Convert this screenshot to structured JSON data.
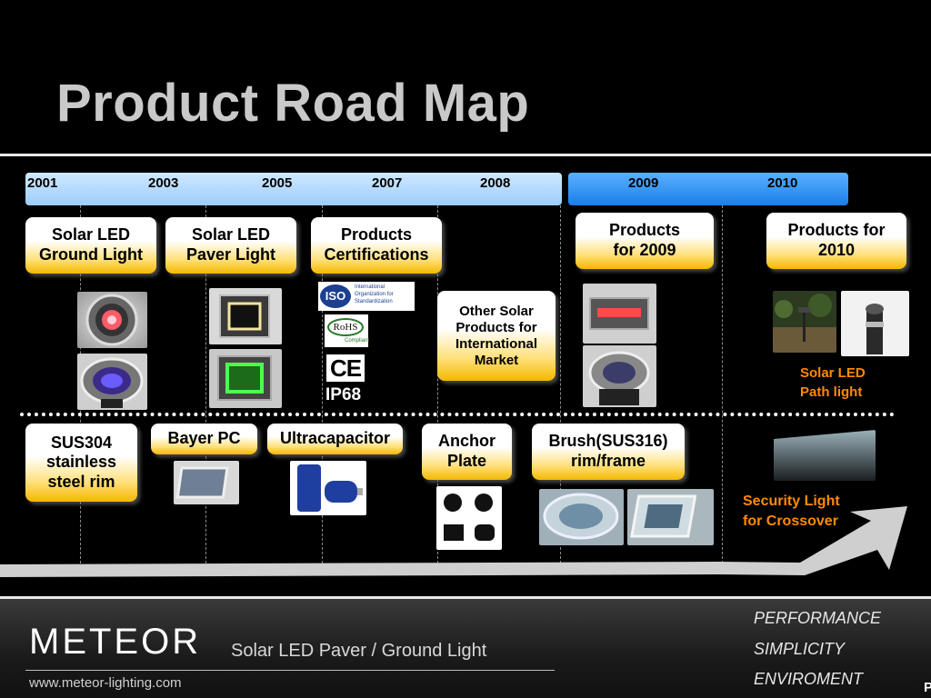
{
  "title": "Product Road Map",
  "years": [
    "2001",
    "2003",
    "2005",
    "2007",
    "2008",
    "2009",
    "2010"
  ],
  "top_boxes": {
    "ground_light": "Solar LED\nGround Light",
    "paver_light": "Solar LED\nPaver Light",
    "certifications": "Products\nCertifications",
    "other_solar": "Other Solar\nProducts for\nInternational\nMarket",
    "products_2009": "Products\nfor 2009",
    "products_2010": "Products for\n2010"
  },
  "bottom_boxes": {
    "sus304": "SUS304\nstainless\nsteel rim",
    "bayer_pc": "Bayer PC",
    "ultracapacitor": "Ultracapacitor",
    "anchor_plate": "Anchor\nPlate",
    "brush": "Brush(SUS316)\nrim/frame"
  },
  "cert_labels": {
    "iso": "ISO",
    "iso_text": "International\nOrganization for\nStandardization",
    "rohs": "RoHS",
    "rohs_sub": "Compliant",
    "ce": "CE",
    "ip68": "IP68"
  },
  "annotations": {
    "path_light": "Solar LED\nPath light",
    "security_light": "Security Light\nfor Crossover"
  },
  "footer": {
    "logo": "METEOR",
    "subtitle": "Solar LED Paver  / Ground Light",
    "url": "www.meteor-lighting.com",
    "taglines": [
      "PERFORMANCE",
      "SIMPLICITY",
      "ENVIROMENT"
    ],
    "page_marker": "P"
  },
  "colors": {
    "bar_light": "#9ccdfb",
    "bar_dark": "#1a7fe8",
    "box_gold": "#f4b800",
    "annotation_orange": "#ff8a00"
  }
}
